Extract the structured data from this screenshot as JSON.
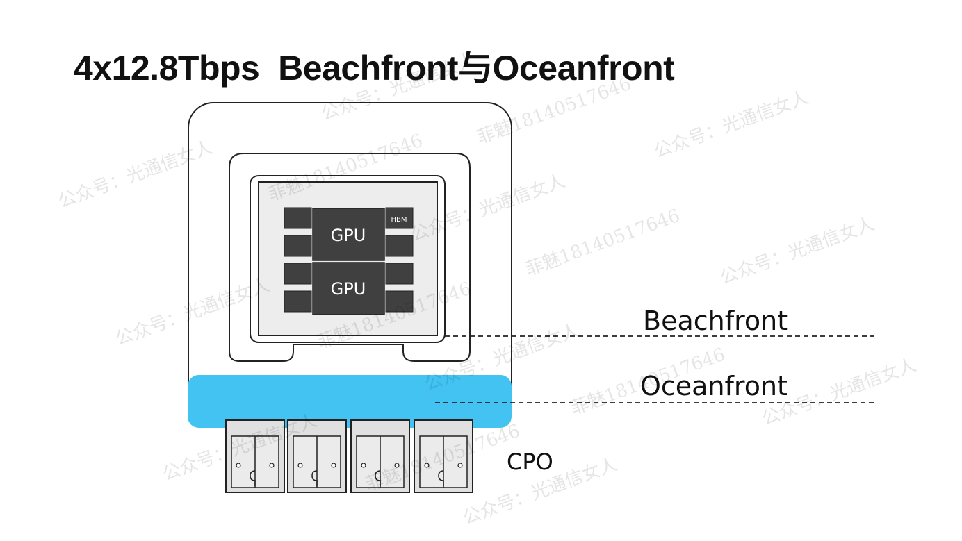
{
  "title": "4x12.8Tbps  Beachfront与Oceanfront",
  "labels": {
    "gpu_top": "GPU",
    "gpu_bottom": "GPU",
    "hbm": "HBM",
    "beachfront": "Beachfront",
    "oceanfront": "Oceanfront",
    "cpo": "CPO"
  },
  "watermarks": [
    "公众号：光通信女人",
    "菲魅18140517646"
  ],
  "colors": {
    "oceanfront_band": "#42C3F2",
    "hbm_block": "#404040",
    "chip_fill": "#EDEDED",
    "cpo_fill": "#E0E0E0"
  }
}
